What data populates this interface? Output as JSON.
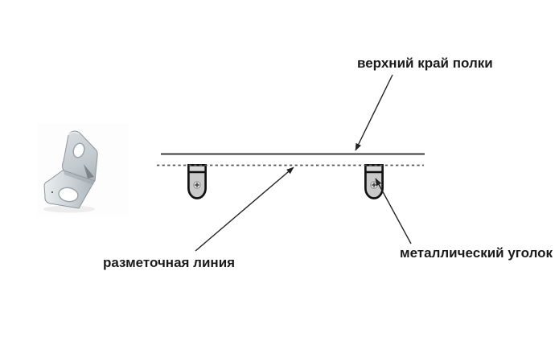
{
  "diagram": {
    "title": "shelf bracket mounting markup diagram",
    "labels": {
      "shelf_top_edge": "верхний край полки",
      "marking_line": "разметочная линия",
      "metal_bracket": "металлический уголок"
    },
    "icons": {
      "photo": "metal-corner-bracket-photo",
      "marker_left": "bracket-marker-icon",
      "marker_right": "bracket-marker-icon"
    },
    "colors": {
      "background": "#ffffff",
      "text": "#1a1a1a",
      "solid_line": "#3a3a3a",
      "dashed_line": "#555555",
      "arrow": "#222222",
      "icon_outline": "#111111",
      "icon_fill": "#c9c9c9",
      "metal_light": "#e3e7e9",
      "metal_mid": "#c3cbcf",
      "metal_dark": "#a8b1b7"
    }
  }
}
